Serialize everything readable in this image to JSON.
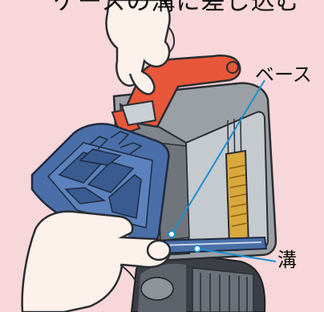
{
  "caption_top": "ケースの溝に差し込む",
  "labels": {
    "base": "ベース",
    "groove": "溝"
  },
  "colors": {
    "background": "#f8d7da",
    "handle": "#e8573a",
    "filter": "#4a6fa8",
    "base_frame": "#8c9196",
    "yellow_part": "#d8a83c",
    "arrow": "#ef6f8c",
    "leader_line": "#1b8fd0",
    "skin": "#fdf1ec"
  }
}
